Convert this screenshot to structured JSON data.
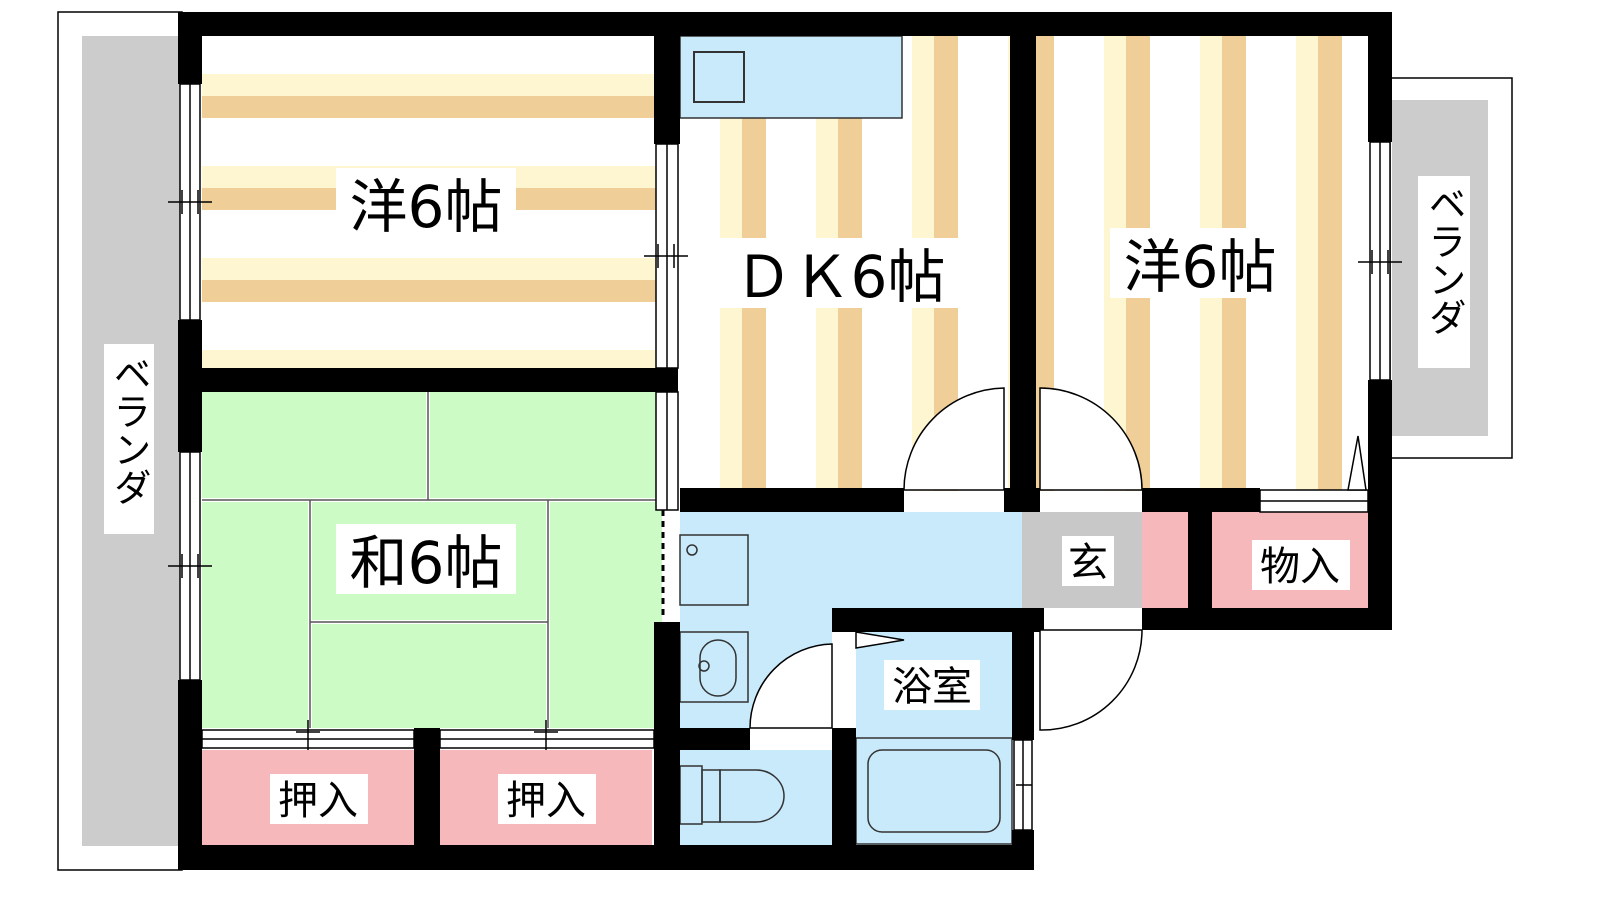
{
  "colors": {
    "wall": "#000000",
    "wood_light": "#FEF6D0",
    "wood_dark": "#F0CE98",
    "tatami": "#CCFBC6",
    "wet_area": "#C8EAFB",
    "closet": "#F6B8BB",
    "balcony": "#CCCCCC",
    "genkan": "#C8C8C8"
  },
  "rooms": {
    "western_left": "洋6帖",
    "dk": "ＤＫ6帖",
    "western_right": "洋6帖",
    "japanese": "和6帖",
    "bath": "浴室",
    "entrance": "玄",
    "storage": "物入",
    "closet_1": "押入",
    "closet_2": "押入"
  },
  "balconies": {
    "left": "ベランダ",
    "right": "ベランダ"
  }
}
